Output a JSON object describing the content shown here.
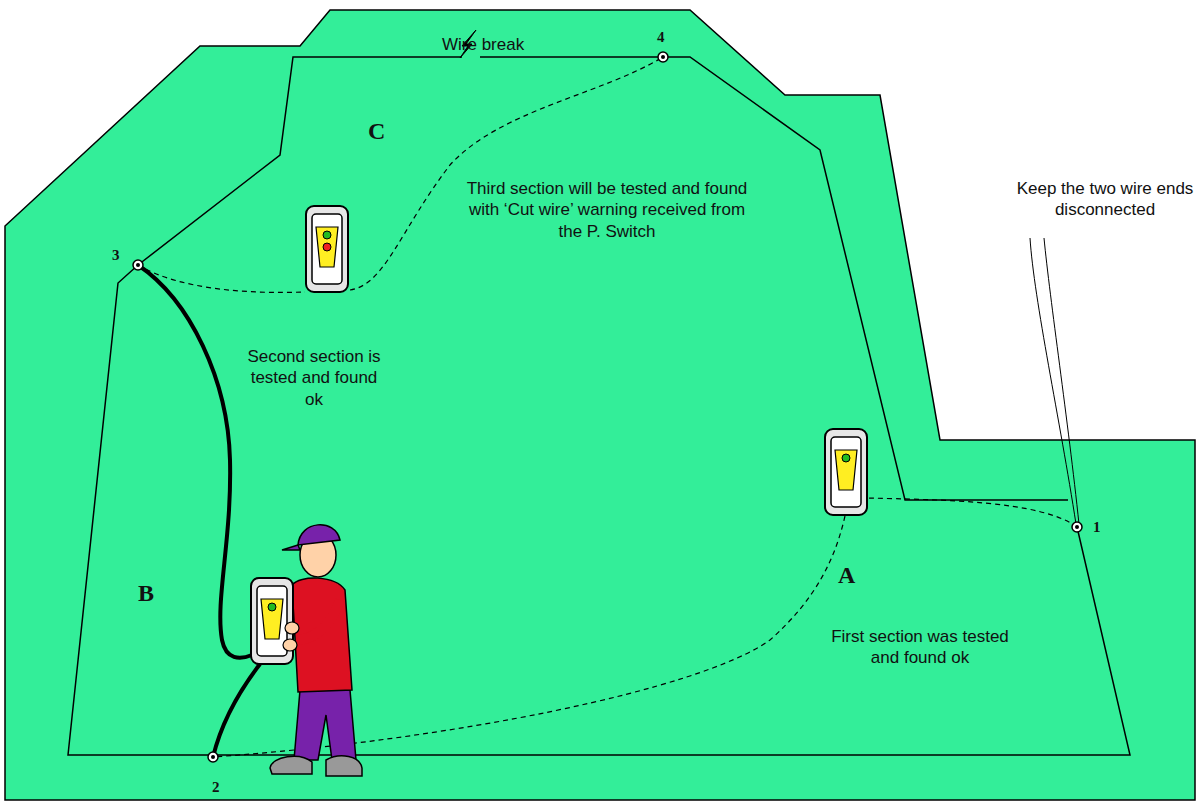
{
  "diagram": {
    "labels": [
      "Wire break",
      "4",
      "C",
      "3",
      "Third section will be tested and found with ‘Cut wire’ warning received from the P. Switch",
      "Keep the two wire ends disconnected",
      "1",
      "Second section is tested and found ok",
      "B",
      "A",
      "First section was tested and found ok",
      "2"
    ]
  }
}
